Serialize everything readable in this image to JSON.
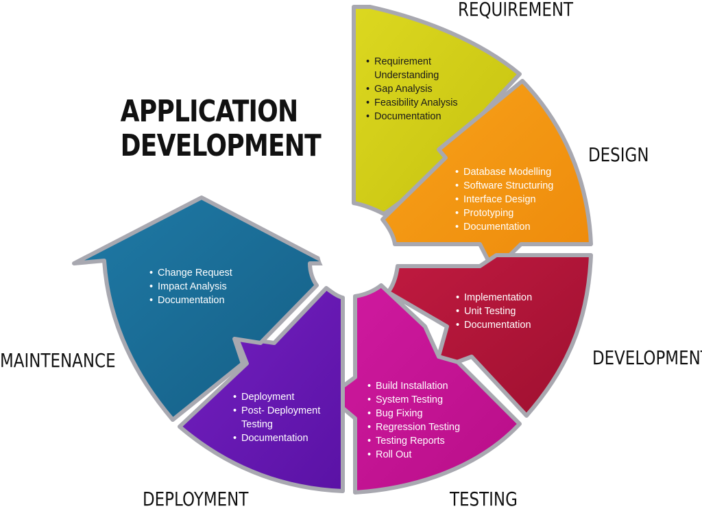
{
  "title": {
    "line1": "APPLICATION",
    "line2": "DEVELOPMENT"
  },
  "colors": {
    "requirement": "#d4d01a",
    "design": "#f29a12",
    "development": "#b5163a",
    "testing": "#cc1597",
    "deployment": "#6a1ab5",
    "maintenance": "#1b6f99",
    "border": "#a8a8b0"
  },
  "phases": {
    "requirement": {
      "label": "REQUIREMENT",
      "items": [
        "Requirement Understanding",
        "Gap Analysis",
        "Feasibility Analysis",
        "Documentation"
      ]
    },
    "design": {
      "label": "DESIGN",
      "items": [
        "Database Modelling",
        "Software Structuring",
        "Interface Design",
        "Prototyping",
        "Documentation"
      ]
    },
    "development": {
      "label": "DEVELOPMENT",
      "items": [
        "Implementation",
        "Unit Testing",
        "Documentation"
      ]
    },
    "testing": {
      "label": "TESTING",
      "items": [
        "Build Installation",
        "System Testing",
        "Bug Fixing",
        "Regression Testing",
        "Testing Reports",
        "Roll Out"
      ]
    },
    "deployment": {
      "label": "DEPLOYMENT",
      "items": [
        "Deployment",
        "Post- Deployment Testing",
        "Documentation"
      ]
    },
    "maintenance": {
      "label": "MAINTENANCE",
      "items": [
        "Change Request",
        "Impact Analysis",
        "Documentation"
      ]
    }
  }
}
